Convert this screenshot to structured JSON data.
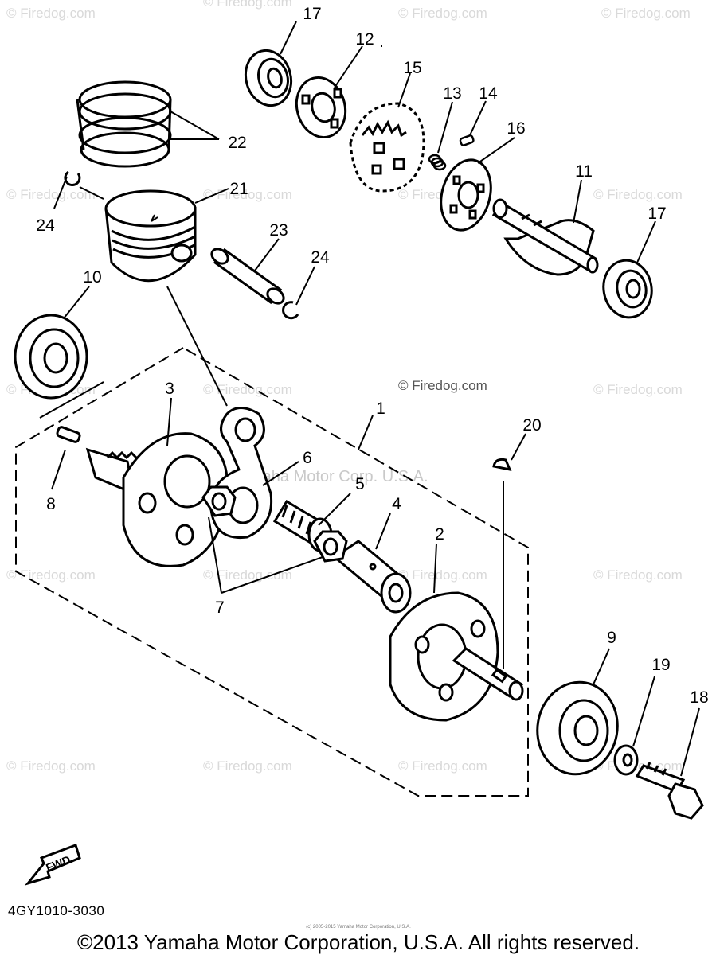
{
  "diagram": {
    "watermark_text": "© Firedog.com",
    "watermark_center": "Yamaha Motor Corp. U.S.A.",
    "fine_print": "(c) 2005-2015 Yamaha Motor Corporation, U.S.A.",
    "part_code": "4GY1010-3030",
    "fwd_label": "FWD",
    "copyright": "©2013 Yamaha Motor Corporation, U.S.A. All rights reserved.",
    "callouts": {
      "c1": "1",
      "c2": "2",
      "c3": "3",
      "c4": "4",
      "c5": "5",
      "c6": "6",
      "c7": "7",
      "c8": "8",
      "c9": "9",
      "c10": "10",
      "c11": "11",
      "c12": "12",
      "c13": "13",
      "c14": "14",
      "c15": "15",
      "c16": "16",
      "c17a": "17",
      "c17b": "17",
      "c18": "18",
      "c19": "19",
      "c20": "20",
      "c21": "21",
      "c22": "22",
      "c23": "23",
      "c24a": "24",
      "c24b": "24"
    }
  }
}
